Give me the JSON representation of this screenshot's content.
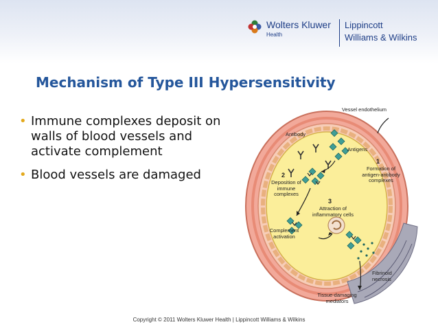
{
  "header": {
    "brand": "Wolters Kluwer",
    "brand_sub": "Health",
    "partner_line1": "Lippincott",
    "partner_line2": "Williams & Wilkins",
    "colors": {
      "brand_blue": "#1d3d86",
      "title_blue": "#24569b",
      "bullet_gold": "#e3a91c"
    }
  },
  "slide": {
    "title": "Mechanism of Type III Hypersensitivity",
    "bullets": [
      "Immune complexes deposit on walls of blood vessels and activate complement",
      "Blood vessels are damaged"
    ]
  },
  "diagram": {
    "labels": {
      "vessel_endothelium": "Vessel endothelium",
      "antibody": "Antibody",
      "antigens": "Antigens",
      "step1_num": "1",
      "step1_text": "Formation of antigen-antibody complexes",
      "step2_num": "2",
      "step2_text": "Deposition of immune complexes",
      "step3_num": "3",
      "step3_text": "Attraction of inflammatory cells",
      "complement": "Complement activation",
      "fibrinoid": "Fibrinoid necrosis",
      "tissue_damaging": "Tissue-damaging mediators"
    }
  },
  "footer": {
    "text": "Copyright © 2011 Wolters Kluwer Health | Lippincott Williams & Wilkins"
  }
}
